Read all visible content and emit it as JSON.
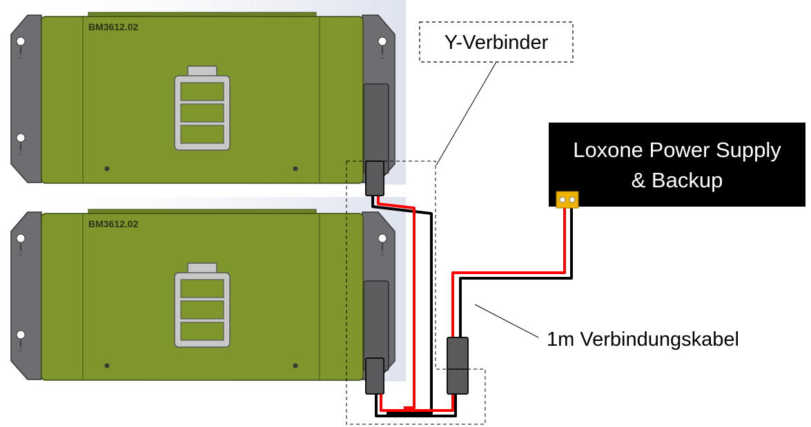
{
  "modules": [
    {
      "model": "BM3612.02"
    },
    {
      "model": "BM3612.02"
    }
  ],
  "callouts": {
    "y_connector": "Y-Verbinder",
    "cable": "1m Verbindungskabel"
  },
  "power_supply": {
    "line1": "Loxone Power Supply",
    "line2": "& Backup"
  },
  "colors": {
    "module_body": "#7f962d",
    "module_edge": "#6d8226",
    "bracket": "#6e6e72",
    "wire_positive": "#ff0000",
    "wire_negative": "#000000",
    "psu_body": "#000000",
    "terminal": "#f0b400"
  }
}
